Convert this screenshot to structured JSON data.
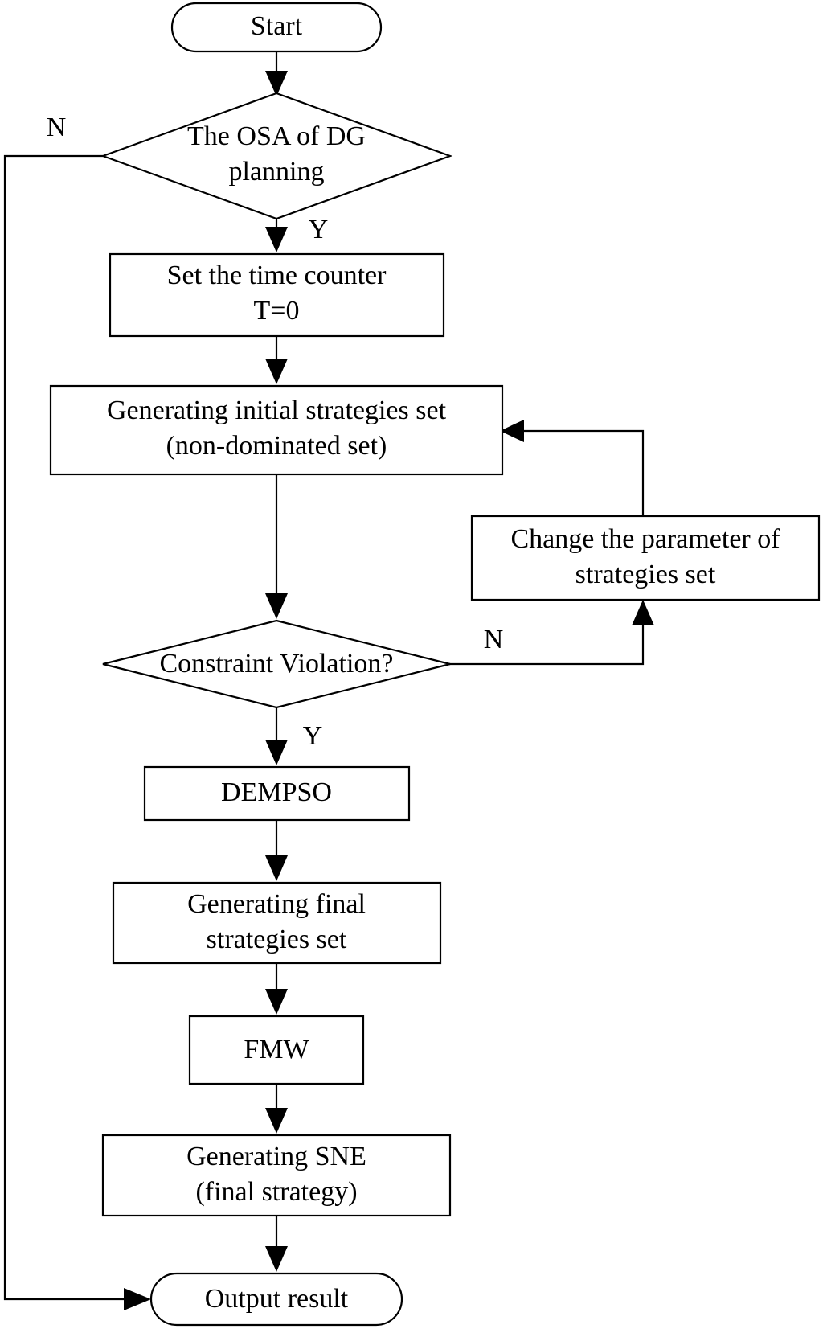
{
  "nodes": {
    "start": {
      "label": "Start"
    },
    "osa_decision": {
      "line1": "The OSA of DG",
      "line2": "planning"
    },
    "set_counter": {
      "line1": "Set the time counter",
      "line2": "T=0"
    },
    "initial_set": {
      "line1": "Generating initial strategies set",
      "line2": "(non-dominated set)"
    },
    "change_param": {
      "line1": "Change the parameter of",
      "line2": "strategies set"
    },
    "constraint_decision": {
      "label": "Constraint Violation?"
    },
    "dempso": {
      "label": "DEMPSO"
    },
    "final_set": {
      "line1": "Generating final",
      "line2": "strategies set"
    },
    "fmw": {
      "label": "FMW"
    },
    "sne": {
      "line1": "Generating SNE",
      "line2": "(final strategy)"
    },
    "output": {
      "label": "Output result"
    }
  },
  "edges": {
    "osa_no": "N",
    "osa_yes": "Y",
    "constraint_no": "N",
    "constraint_yes": "Y"
  }
}
